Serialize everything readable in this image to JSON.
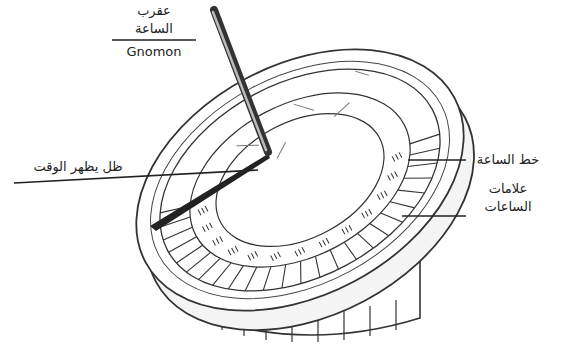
{
  "diagram": {
    "labels": [
      "عقرب الساعة",
      "Gnomon",
      "خط الساعة",
      "ظل يظهر الوقت",
      "علامات الساعات"
    ]
  }
}
